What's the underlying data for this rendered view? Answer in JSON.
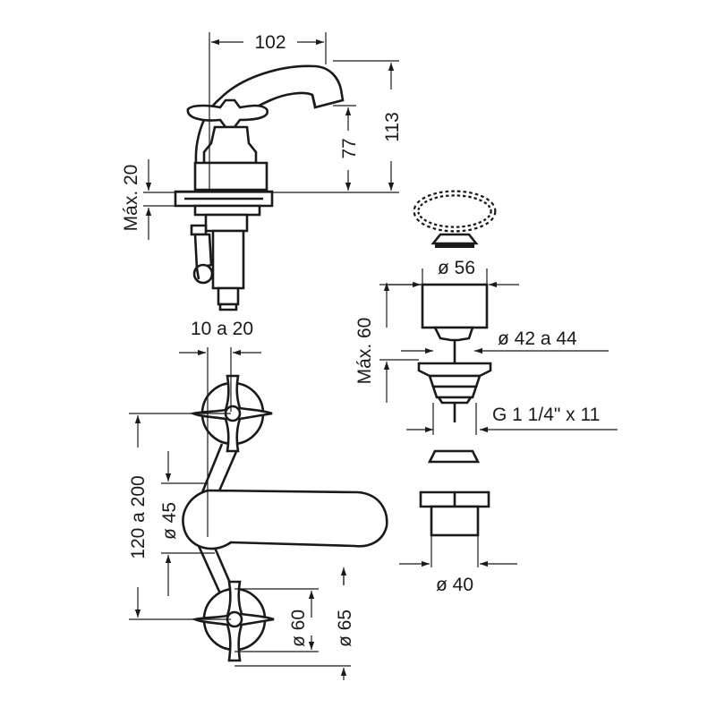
{
  "drawing": {
    "stroke_color": "#1a1a1a",
    "background": "#ffffff",
    "dimensions": {
      "spout_reach": "102",
      "total_height": "113",
      "spout_height": "77",
      "max_deck_thickness": "Máx. 20",
      "handle_offset": "10 a 20",
      "center_distance": "120 a 200",
      "body_diameter": "ø 45",
      "rosette_inner": "ø 60",
      "rosette_outer": "ø 65",
      "plug_diameter": "ø 56",
      "waste_max_thickness": "Máx. 60",
      "waste_flange_range": "ø 42 a 44",
      "waste_thread": "G 1 1/4\" x 11",
      "nut_diameter": "ø 40"
    }
  }
}
